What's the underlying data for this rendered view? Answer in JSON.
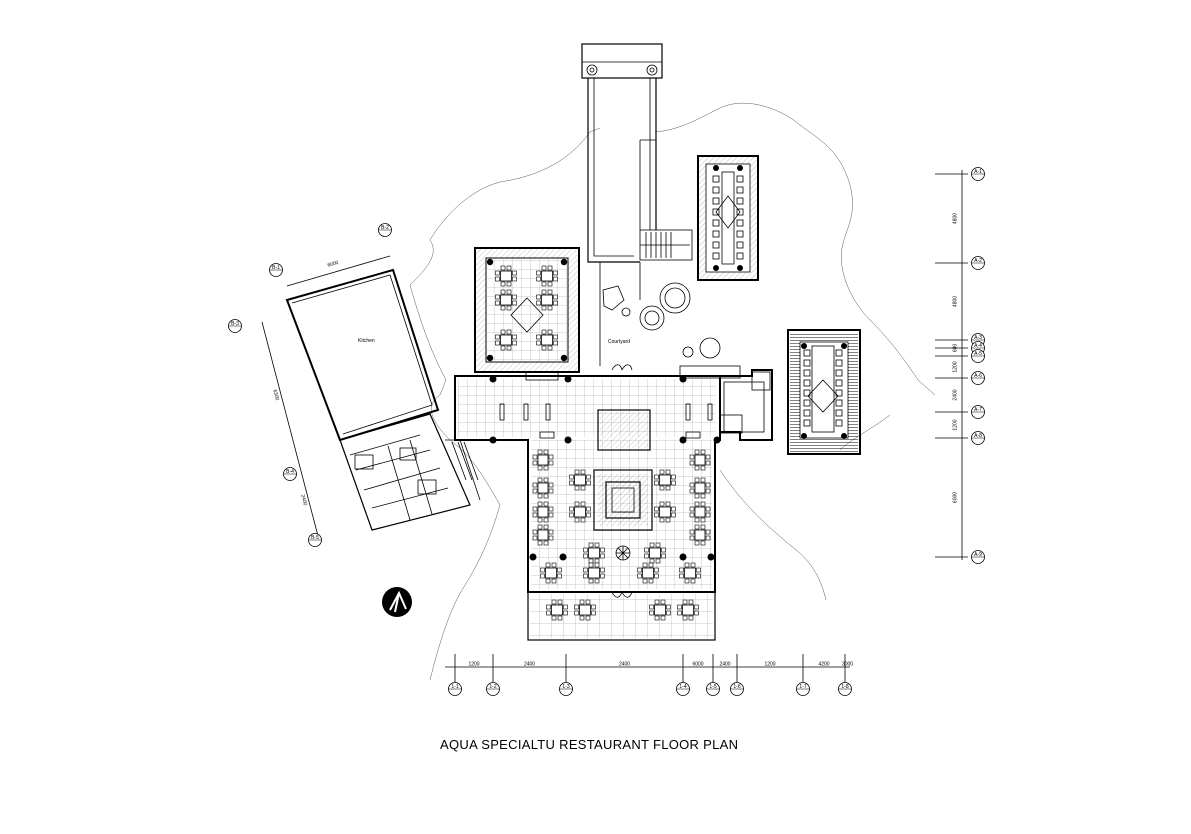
{
  "drawing": {
    "title": "AQUA SPECIALTU RESTAURANT FLOOR PLAN",
    "rooms": {
      "kitchen": "Kitchen",
      "courtyard": "Courtyard"
    },
    "bottom_axes": [
      "1-1",
      "1-2",
      "1-3",
      "1-4",
      "1-5",
      "1-6",
      "1-7",
      "1-8"
    ],
    "bottom_dims": [
      "1200",
      "2400",
      "2400",
      "6000",
      "2400",
      "1200",
      "4200",
      "3000"
    ],
    "right_axes": [
      "A-1",
      "A-2",
      "A-3",
      "A-4",
      "A-5",
      "A-6",
      "A-7",
      "A-8",
      "A-9"
    ],
    "right_dims": [
      "4800",
      "4800",
      "600",
      "1200",
      "2400",
      "1200",
      "6000"
    ],
    "left_axes": [
      "B-1",
      "B-2",
      "B-3",
      "B-4",
      "B-5"
    ],
    "left_dims": [
      "6000",
      "6300",
      "2400"
    ],
    "colors": {
      "line": "#000000",
      "background": "#ffffff"
    },
    "north_arrow": "north-arrow-icon"
  }
}
